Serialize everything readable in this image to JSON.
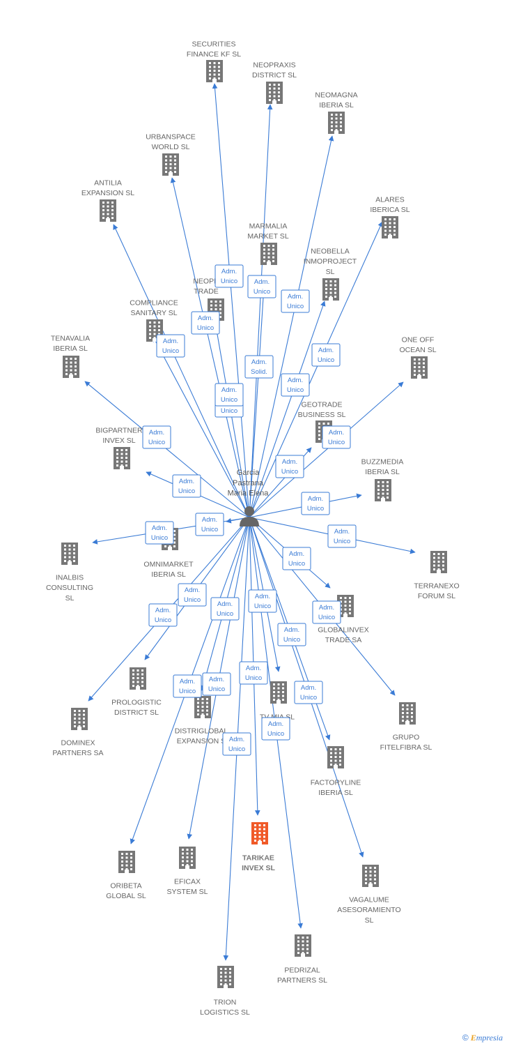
{
  "colors": {
    "edge": "#3a7bd5",
    "building": "#777777",
    "highlight": "#f05a28",
    "person": "#666666"
  },
  "center": {
    "name": "Garcia Pastrana Maria Elena",
    "lines": [
      "Garcia",
      "Pastrana",
      "Maria Elena"
    ],
    "icon": "person-icon"
  },
  "footer": {
    "copyright": "©",
    "brand_first": "E",
    "brand_rest": "mpresia"
  },
  "companies": [
    {
      "lines": [
        "SECURITIES",
        "FINANCE KF  SL"
      ],
      "highlight": false
    },
    {
      "lines": [
        "NEOPRAXIS",
        "DISTRICT  SL"
      ],
      "highlight": false
    },
    {
      "lines": [
        "NEOMAGNA",
        "IBERIA  SL"
      ],
      "highlight": false
    },
    {
      "lines": [
        "URBANSPACE",
        "WORLD  SL"
      ],
      "highlight": false
    },
    {
      "lines": [
        "ANTILIA",
        "EXPANSION  SL"
      ],
      "highlight": false
    },
    {
      "lines": [
        "ALARES",
        "IBERICA  SL"
      ],
      "highlight": false
    },
    {
      "lines": [
        "MARMALIA",
        "MARKET  SL"
      ],
      "highlight": false
    },
    {
      "lines": [
        "NEOBELLA",
        "INMOPROJECT",
        "SL"
      ],
      "highlight": false
    },
    {
      "lines": [
        "NEOPR",
        "TRADE"
      ],
      "highlight": false
    },
    {
      "lines": [
        "COMPLIANCE",
        "SANITARY  SL"
      ],
      "highlight": false
    },
    {
      "lines": [
        "TENAVALIA",
        "IBERIA  SL"
      ],
      "highlight": false
    },
    {
      "lines": [
        "ONE OFF",
        "OCEAN  SL"
      ],
      "highlight": false
    },
    {
      "lines": [
        "GEOTRADE",
        "BUSINESS  SL"
      ],
      "highlight": false
    },
    {
      "lines": [
        "BIGPARTNER",
        "INVEX  SL"
      ],
      "highlight": false
    },
    {
      "lines": [
        "BUZZMEDIA",
        "IBERIA  SL"
      ],
      "highlight": false
    },
    {
      "lines": [
        "OMNIMARKET",
        "IBERIA  SL"
      ],
      "highlight": false
    },
    {
      "lines": [
        "INALBIS",
        "CONSULTING",
        "SL"
      ],
      "highlight": false
    },
    {
      "lines": [
        "TERRANEXO",
        "FORUM  SL"
      ],
      "highlight": false
    },
    {
      "lines": [
        "GLOBALINVEX",
        "TRADE SA"
      ],
      "highlight": false
    },
    {
      "lines": [
        "PROLOGISTIC",
        "DISTRICT  SL"
      ],
      "highlight": false
    },
    {
      "lines": [
        "DOMINEX",
        "PARTNERS SA"
      ],
      "highlight": false
    },
    {
      "lines": [
        "DISTRIGLOBAL",
        "EXPANSION  S"
      ],
      "highlight": false
    },
    {
      "lines": [
        "TV MIA  SL"
      ],
      "highlight": false
    },
    {
      "lines": [
        "GRUPO",
        "FITELFIBRA  SL"
      ],
      "highlight": false
    },
    {
      "lines": [
        "FACTORYLINE",
        "IBERIA  SL"
      ],
      "highlight": false
    },
    {
      "lines": [
        "TARIKAE",
        "INVEX  SL"
      ],
      "highlight": true
    },
    {
      "lines": [
        "ORIBETA",
        "GLOBAL  SL"
      ],
      "highlight": false
    },
    {
      "lines": [
        "EFICAX",
        "SYSTEM SL"
      ],
      "highlight": false
    },
    {
      "lines": [
        "VAGALUME",
        "ASESORAMIENTO",
        "SL"
      ],
      "highlight": false
    },
    {
      "lines": [
        "PEDRIZAL",
        "PARTNERS  SL"
      ],
      "highlight": false
    },
    {
      "lines": [
        "TRION",
        "LOGISTICS  SL"
      ],
      "highlight": false
    }
  ],
  "edges": [
    {
      "lines": [
        "Adm.",
        "Unico"
      ]
    },
    {
      "lines": [
        "Adm.",
        "Unico"
      ]
    },
    {
      "lines": [
        "Adm.",
        "Unico"
      ]
    },
    {
      "lines": [
        "Adm.",
        "Unico"
      ]
    },
    {
      "lines": [
        "Adm.",
        "Unico"
      ]
    },
    {
      "lines": [
        "Adm.",
        "Unico"
      ]
    },
    {
      "lines": [
        "Adm.",
        "Solid."
      ]
    },
    {
      "lines": [
        "Adm.",
        "Unico"
      ]
    },
    {
      "lines": [
        "Adm.",
        "Unico"
      ]
    },
    {
      "lines": [
        "Adm.",
        "Unico"
      ]
    },
    {
      "lines": [
        "Adm.",
        "Unico"
      ]
    },
    {
      "lines": [
        "Adm.",
        "Unico"
      ]
    },
    {
      "lines": [
        "Adm.",
        "Unico"
      ]
    },
    {
      "lines": [
        "Adm.",
        "Unico"
      ]
    },
    {
      "lines": [
        "Adm.",
        "Unico"
      ]
    },
    {
      "lines": [
        "Adm.",
        "Unico"
      ]
    },
    {
      "lines": [
        "Adm.",
        "Unico"
      ]
    },
    {
      "lines": [
        "Adm.",
        "Unico"
      ]
    },
    {
      "lines": [
        "Adm.",
        "Unico"
      ]
    },
    {
      "lines": [
        "Adm.",
        "Unico"
      ]
    },
    {
      "lines": [
        "Adm.",
        "Unico"
      ]
    },
    {
      "lines": [
        "Adm.",
        "Unico"
      ]
    },
    {
      "lines": [
        "Adm.",
        "Unico"
      ]
    },
    {
      "lines": [
        "Adm.",
        "Unico"
      ]
    },
    {
      "lines": [
        "Adm.",
        "Unico"
      ]
    },
    {
      "lines": [
        "Adm.",
        "Unico"
      ]
    },
    {
      "lines": [
        "Adm.",
        "Unico"
      ]
    },
    {
      "lines": [
        "Adm.",
        "Unico"
      ]
    },
    {
      "lines": [
        "Adm.",
        "Unico"
      ]
    },
    {
      "lines": [
        "Adm.",
        "Unico"
      ]
    },
    {
      "lines": [
        "Adm.",
        "Unico"
      ]
    }
  ]
}
